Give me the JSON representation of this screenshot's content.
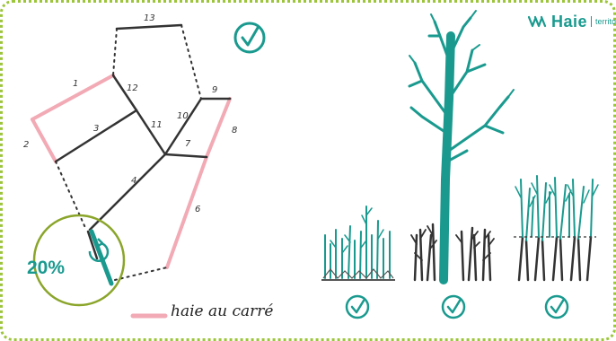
{
  "brand": {
    "name": "Haie",
    "subtitle": "territoire",
    "color": "#1a9a8f"
  },
  "plan": {
    "segment_numbers": [
      "1",
      "2",
      "3",
      "4",
      "6",
      "7",
      "8",
      "9",
      "10",
      "11",
      "12",
      "13"
    ],
    "circle_label": "20%",
    "legend_label": "haie au carré"
  },
  "colors": {
    "teal": "#1a9a8f",
    "pink": "#f2aab5",
    "olive": "#8aa52a",
    "ink": "#333333",
    "frame": "#9cc53a"
  },
  "icons": [
    "check-circle-icon",
    "rotate-icon",
    "brand-logo-icon"
  ]
}
